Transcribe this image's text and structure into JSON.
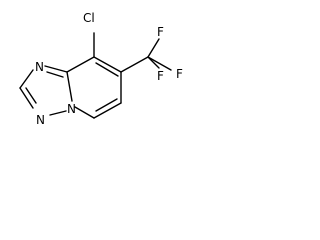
{
  "molecule": {
    "atoms": {
      "cl": "Cl",
      "f_top": "F",
      "f_right": "F",
      "f_bottom": "F",
      "n_ring_top": "N",
      "n_bridge": "N",
      "n_ring_bottom": "N"
    }
  }
}
